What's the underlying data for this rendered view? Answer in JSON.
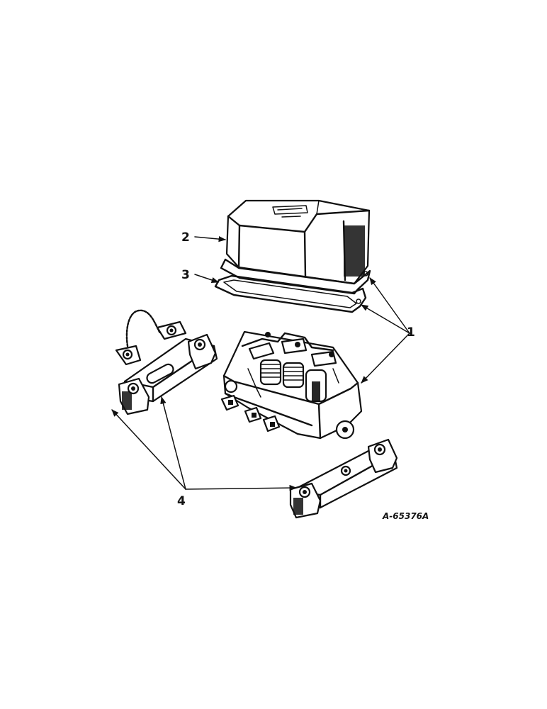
{
  "callouts": {
    "regulator_assembly": "1",
    "cover": "2",
    "gasket": "3",
    "mounting_parts": "4"
  },
  "figure_ref": "A-65376A"
}
